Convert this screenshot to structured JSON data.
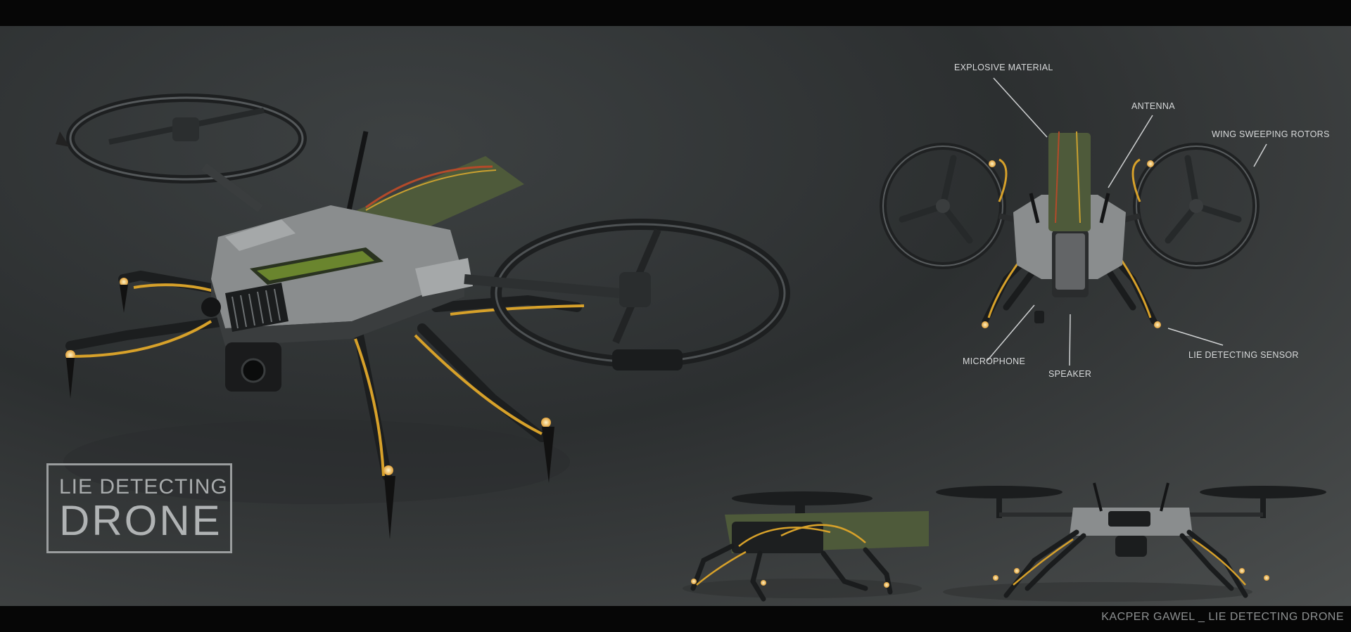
{
  "title": {
    "line1": "LIE DETECTING",
    "line2": "DRONE"
  },
  "callouts": {
    "explosive_material": "EXPLOSIVE MATERIAL",
    "antenna": "ANTENNA",
    "wing_sweeping_rotors": "WING SWEEPING ROTORS",
    "microphone": "MICROPHONE",
    "speaker": "SPEAKER",
    "lie_detecting_sensor": "LIE DETECTING SENSOR"
  },
  "credit": "KACPER GAWEL _ LIE DETECTING DRONE",
  "colors": {
    "background": "#34383a",
    "frame_bars": "#060606",
    "drone_body": "#8a8d8e",
    "drone_dark": "#1d1f20",
    "cables": "#d7a12a",
    "screen_glow": "#9fc93a",
    "explosive_case": "#4e5a3a",
    "title_border": "#9a9d9e"
  }
}
